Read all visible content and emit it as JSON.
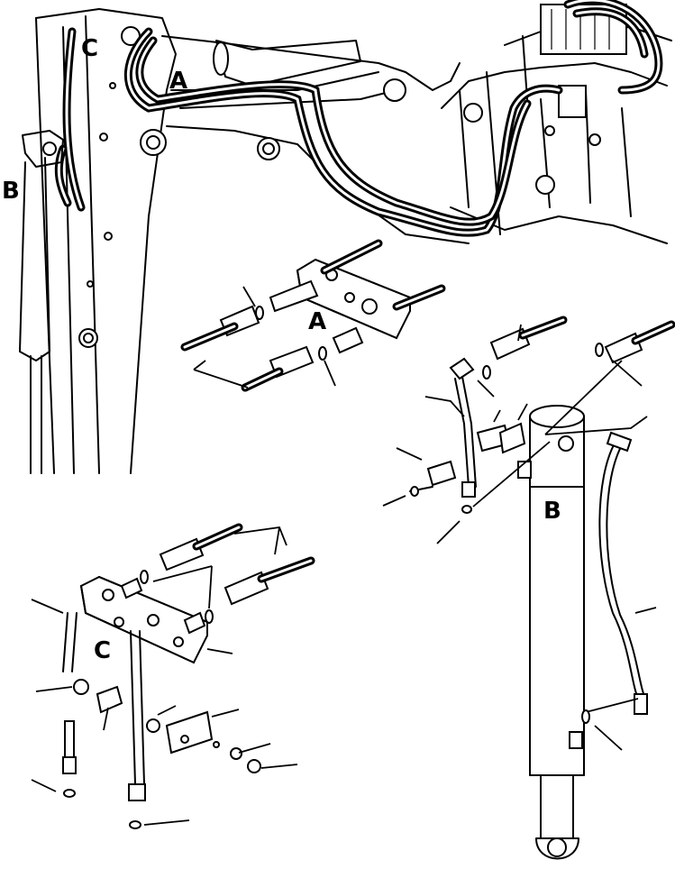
{
  "diagram": {
    "callouts": {
      "top_a": "A",
      "top_b": "B",
      "top_c": "C",
      "detail_a": "A",
      "detail_b": "B",
      "detail_c": "C"
    },
    "icons": [
      "backhoe-boom-icon",
      "swing-cylinder-icon",
      "hose-fitting-icon",
      "clamp-block-icon",
      "o-ring-icon"
    ]
  }
}
